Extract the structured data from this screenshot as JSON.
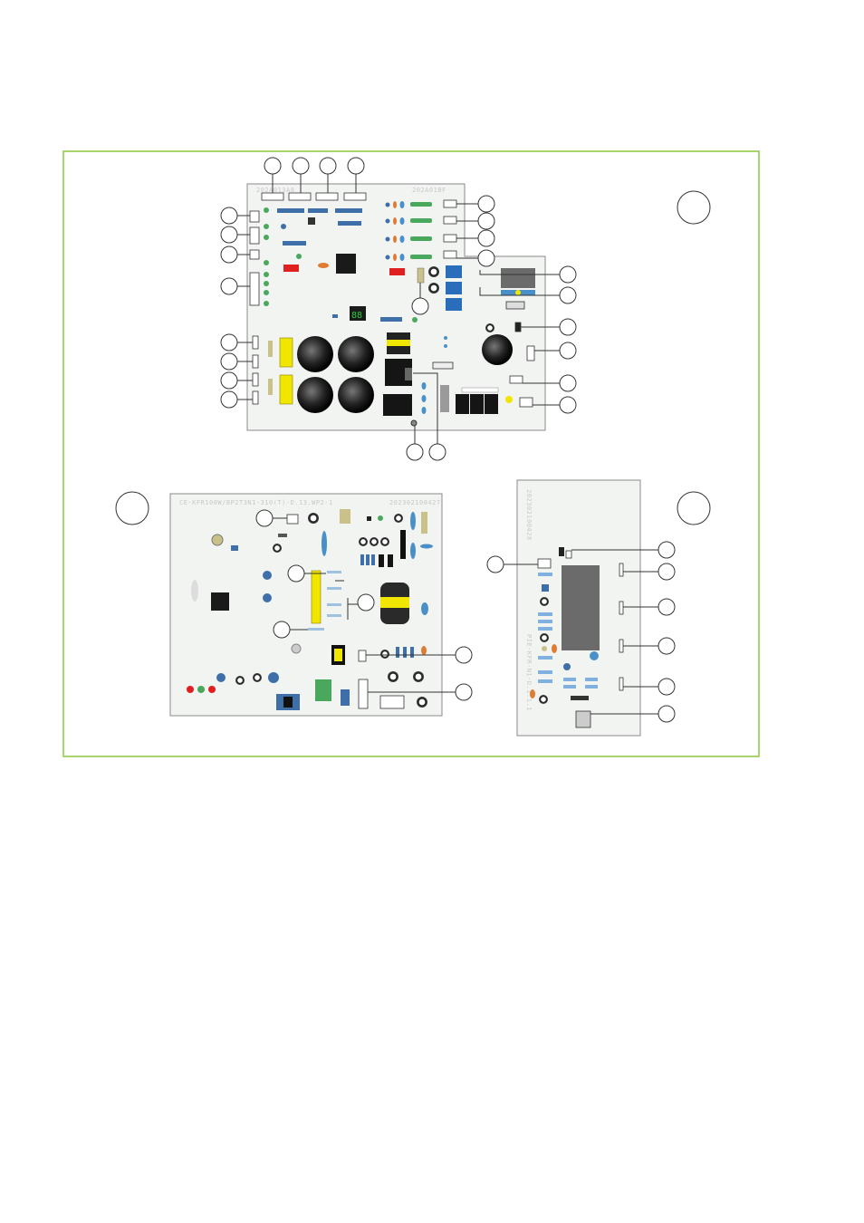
{
  "figure": {
    "frame_color": "#8dc63f",
    "board_fill": "#f2f4f2",
    "board_stroke": "#8a8a8a",
    "callout_stroke": "#333333",
    "callouts_labeled": false
  },
  "boards": [
    {
      "id": "main-board",
      "silkscreen": [
        "202A013A8",
        "202A01BF"
      ]
    },
    {
      "id": "display-board",
      "silkscreen": [
        "CE-KFR100W/BP2T3N1-310(T)-D.13.WP2-1",
        "202302100427"
      ]
    },
    {
      "id": "side-board",
      "silkscreen": [
        "202302100428",
        "PIE-KFR-N1-D.1.1.1"
      ]
    }
  ]
}
